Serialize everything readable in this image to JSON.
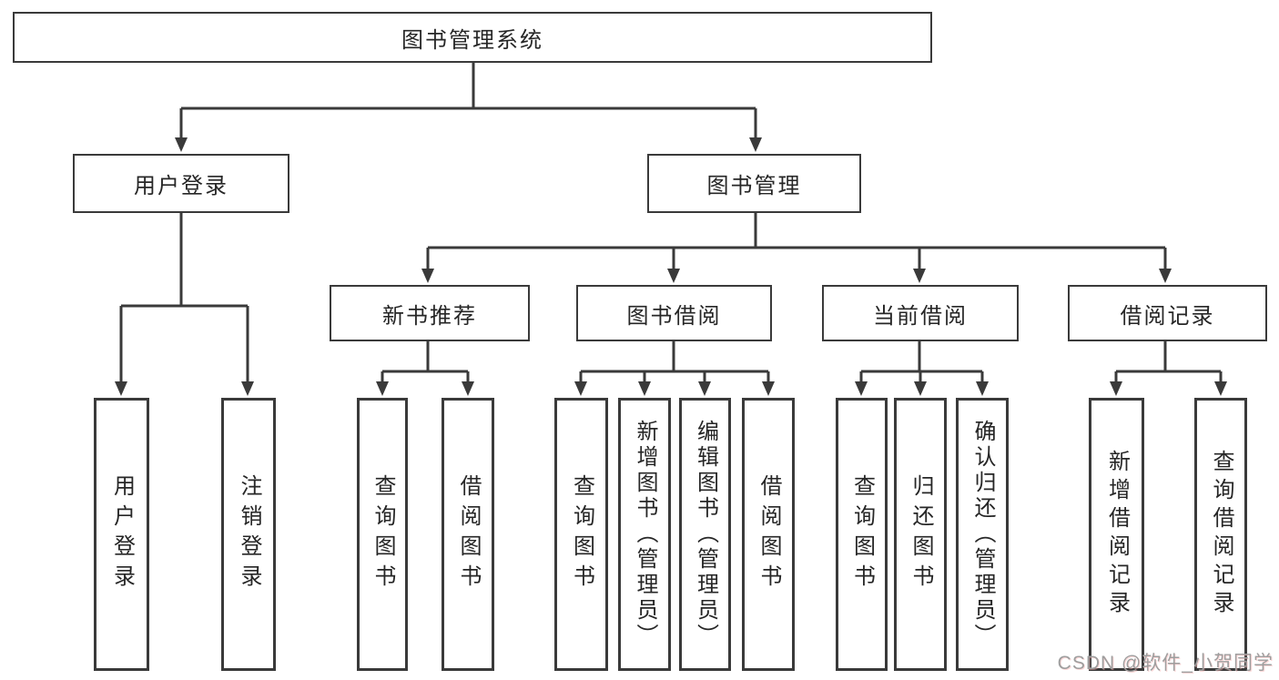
{
  "diagram": {
    "type": "hierarchy-tree",
    "colors": {
      "background": "#ffffff",
      "line": "#3a3a3a",
      "box_border": "#3a3a3a",
      "text": "#262626",
      "watermark": "#9e9e9e"
    },
    "nodes": {
      "root": {
        "label": "图书管理系统"
      },
      "user_login": {
        "label": "用户登录"
      },
      "book_mgmt": {
        "label": "图书管理"
      },
      "new_book_rec": {
        "label": "新书推荐"
      },
      "book_borrow": {
        "label": "图书借阅"
      },
      "current_borrow": {
        "label": "当前借阅"
      },
      "borrow_record": {
        "label": "借阅记录"
      },
      "ul_login": {
        "label": "用户登录"
      },
      "ul_logout": {
        "label": "注销登录"
      },
      "nb_query": {
        "label": "查询图书"
      },
      "nb_borrow": {
        "label": "借阅图书"
      },
      "bb_query": {
        "label": "查询图书"
      },
      "bb_add": {
        "label": "新增图书（管理员）"
      },
      "bb_edit": {
        "label": "编辑图书（管理员）"
      },
      "bb_borrow": {
        "label": "借阅图书"
      },
      "cb_query": {
        "label": "查询图书"
      },
      "cb_return": {
        "label": "归还图书"
      },
      "cb_confirm": {
        "label": "确认归还（管理员）"
      },
      "br_add": {
        "label": "新增借阅记录"
      },
      "br_query": {
        "label": "查询借阅记录"
      }
    },
    "hierarchy": {
      "图书管理系统": {
        "用户登录": [
          "用户登录",
          "注销登录"
        ],
        "图书管理": {
          "新书推荐": [
            "查询图书",
            "借阅图书"
          ],
          "图书借阅": [
            "查询图书",
            "新增图书（管理员）",
            "编辑图书（管理员）",
            "借阅图书"
          ],
          "当前借阅": [
            "查询图书",
            "归还图书",
            "确认归还（管理员）"
          ],
          "借阅记录": [
            "新增借阅记录",
            "查询借阅记录"
          ]
        }
      }
    }
  },
  "watermark": {
    "text": "CSDN @软件_小贺同学"
  }
}
